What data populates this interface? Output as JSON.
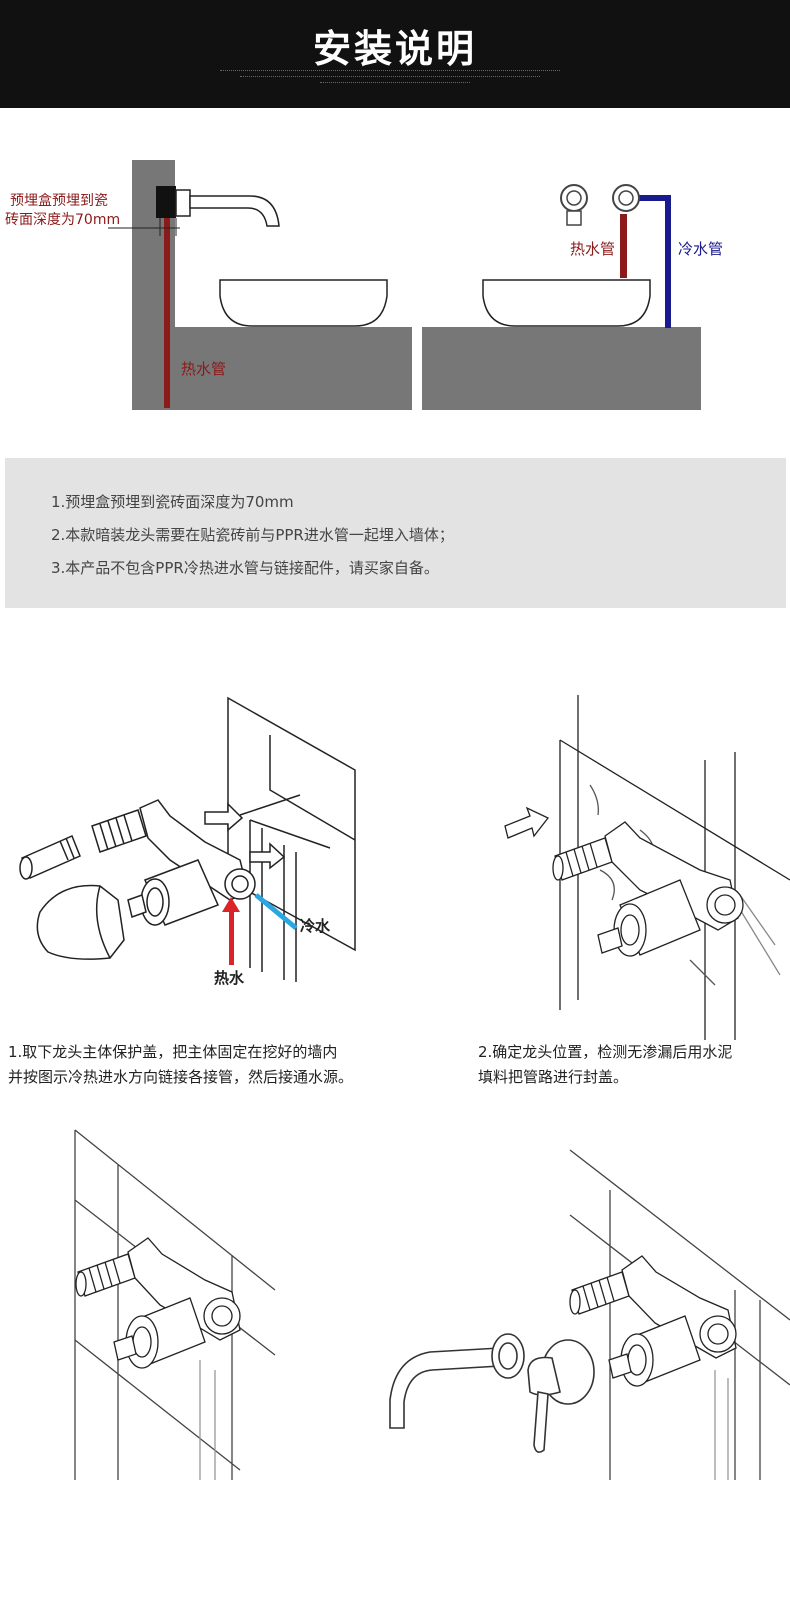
{
  "header": {
    "title": "安装说明"
  },
  "top_diagram": {
    "left_label_line1": "预埋盒预埋到瓷",
    "left_label_line2": "砖面深度为70mm",
    "left_hot_pipe": "热水管",
    "right_hot_pipe": "热水管",
    "right_cold_pipe": "冷水管"
  },
  "notes": [
    "1.预埋盒预埋到瓷砖面深度为70mm",
    "2.本款暗装龙头需要在贴瓷砖前与PPR进水管一起埋入墙体；",
    "3.本产品不包含PPR冷热进水管与链接配件，请买家自备。"
  ],
  "steps": {
    "step1_cold": "冷水",
    "step1_hot": "热水",
    "step1_line1": "1.取下龙头主体保护盖，把主体固定在挖好的墙内",
    "step1_line2": "并按图示冷热进水方向链接各接管，然后接通水源。",
    "step2_line1": "2.确定龙头位置，检测无渗漏后用水泥",
    "step2_line2": "填料把管路进行封盖。"
  },
  "colors": {
    "hot": "#8b1a1a",
    "hot_arrow": "#d9252a",
    "cold": "#1a1a8f",
    "cold_arrow": "#2aa7e0",
    "wall": "#777777"
  }
}
